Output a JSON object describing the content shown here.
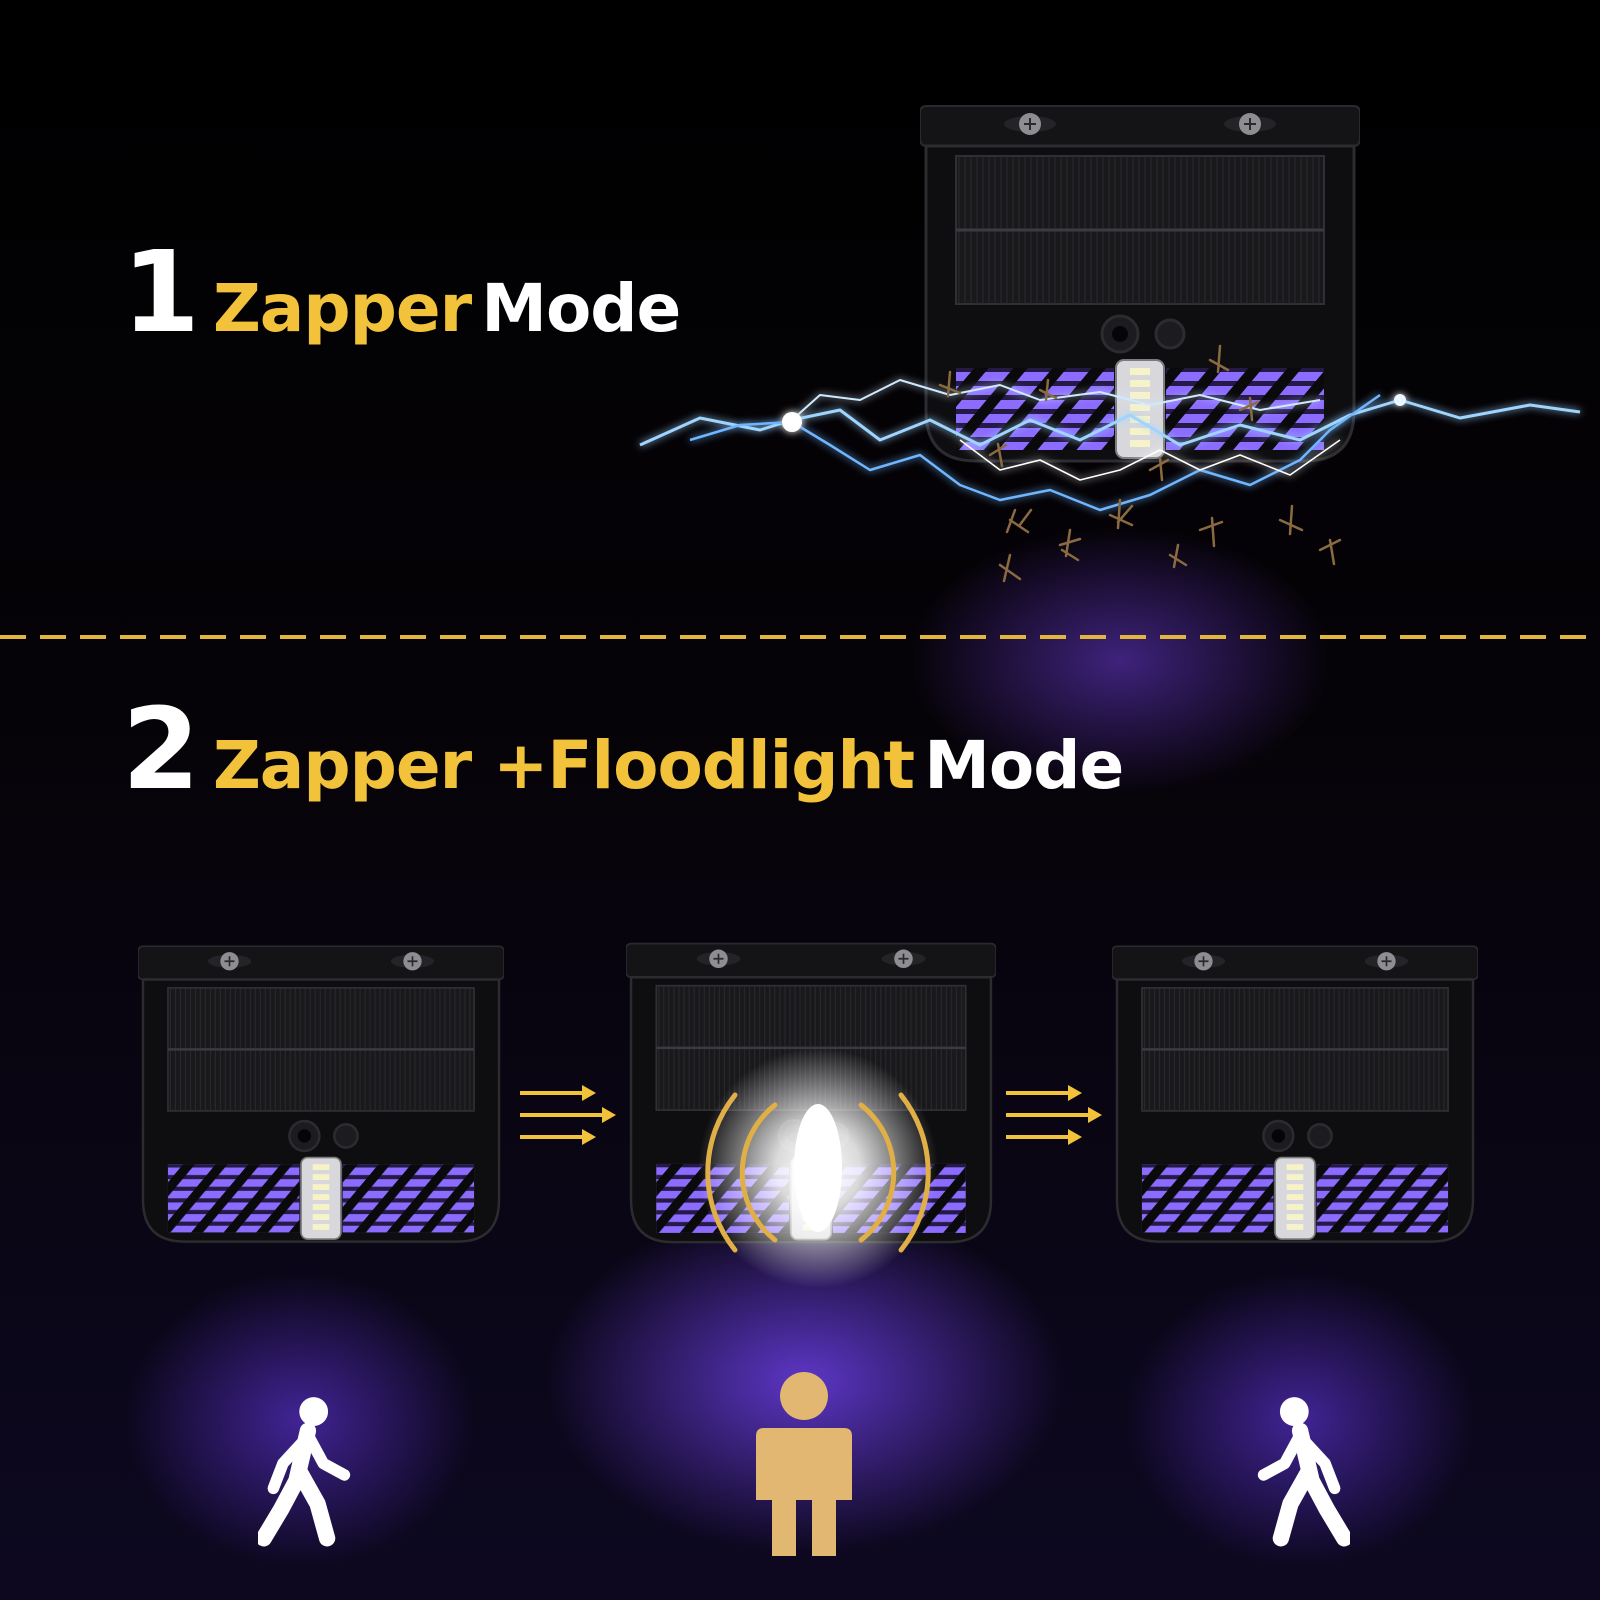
{
  "mode1": {
    "number": "1",
    "word_highlight": "Zapper",
    "word_plain": "Mode"
  },
  "mode2": {
    "number": "2",
    "word_highlight": "Zapper +Floodlight",
    "word_plain": "Mode"
  },
  "colors": {
    "accent": "#f2c23b",
    "uv": "#7b4dff",
    "text": "#ffffff"
  }
}
